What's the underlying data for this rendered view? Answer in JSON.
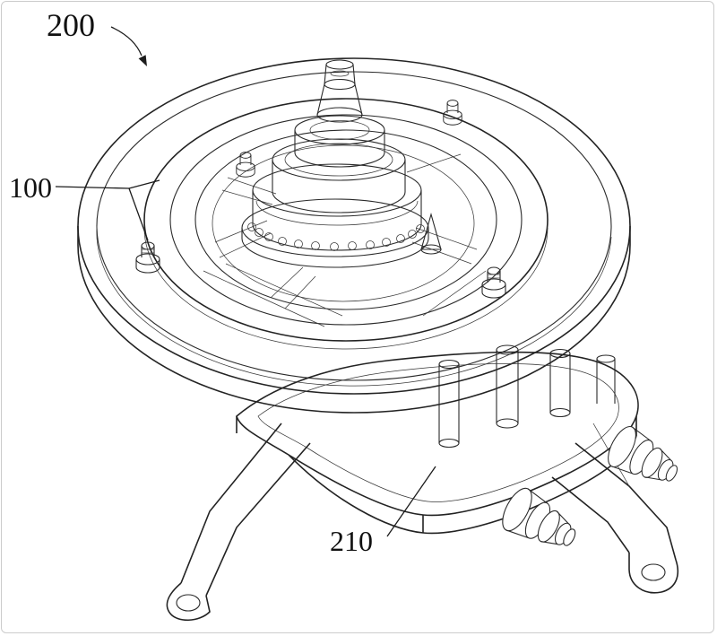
{
  "page": {
    "background": "#ffffff",
    "border_color": "#cccccc",
    "line_color": "#232323"
  },
  "figure": {
    "labels": [
      {
        "id": "assembly",
        "text": "200"
      },
      {
        "id": "ring-component",
        "text": "100"
      },
      {
        "id": "base-plate",
        "text": "210"
      }
    ]
  }
}
